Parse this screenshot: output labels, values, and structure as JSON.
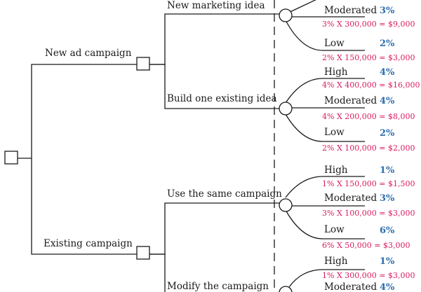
{
  "colors": {
    "line": "#1a1a1a",
    "percent": "#2e6fb0",
    "calc": "#d81b60"
  },
  "branches": {
    "new_ad_campaign": "New ad campaign",
    "existing_campaign": "Existing campaign"
  },
  "options": {
    "new_marketing_idea": "New marketing idea",
    "build_existing_idea": "Build one existing idea",
    "use_same_campaign": "Use the same campaign",
    "modify_campaign": "Modify the campaign"
  },
  "outcomes": {
    "nmi": {
      "moderated": {
        "label": "Moderated",
        "pct": "3%",
        "calc": "3% X 300,000 = $9,000"
      },
      "low": {
        "label": "Low",
        "pct": "2%",
        "calc": "2% X 150,000 = $3,000"
      }
    },
    "bei": {
      "high": {
        "label": "High",
        "pct": "4%",
        "calc": "4% X 400,000 = $16,000"
      },
      "moderated": {
        "label": "Moderated",
        "pct": "4%",
        "calc": "4% X 200,000 = $8,000"
      },
      "low": {
        "label": "Low",
        "pct": "2%",
        "calc": "2% X 100,000 = $2,000"
      }
    },
    "usc": {
      "high": {
        "label": "High",
        "pct": "1%",
        "calc": "1% X 150,000 = $1,500"
      },
      "moderated": {
        "label": "Moderated",
        "pct": "3%",
        "calc": "3% X 100,000 = $3,000"
      },
      "low": {
        "label": "Low",
        "pct": "6%",
        "calc": "6% X 50,000 = $3,000"
      }
    },
    "mtc": {
      "high": {
        "label": "High",
        "pct": "1%",
        "calc": "1% X 300,000 = $3,000"
      },
      "moderated": {
        "label": "Moderated",
        "pct": "4%"
      }
    }
  }
}
